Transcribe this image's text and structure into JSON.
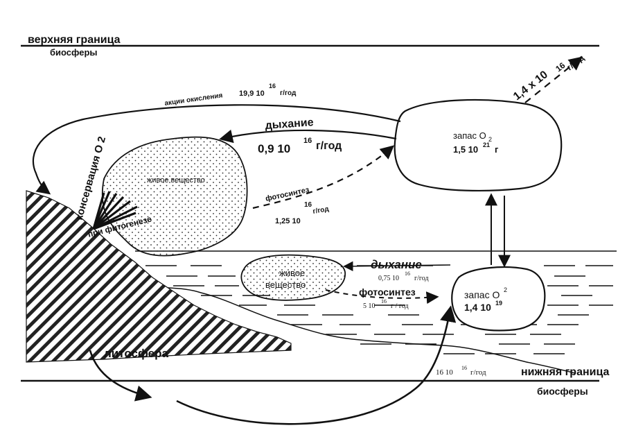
{
  "labels": {
    "upper_boundary_1": "верхняя  граница",
    "upper_boundary_2": "биосферы",
    "lower_boundary_1": "нижняя  граница",
    "lower_boundary_2": "биосферы",
    "lithosphere": "литосфера",
    "oxidation_prefix": "акции окисления",
    "oxidation_value": "19,9  10",
    "oxidation_exp": "16",
    "oxidation_unit": "г/год",
    "respiration_land": "дыхание",
    "respiration_land_value": "0,9 10",
    "respiration_land_exp": "16",
    "respiration_land_unit": "г/год",
    "photosynthesis_land": "фотосинтез",
    "photosynthesis_land_value": "1,25  10",
    "photosynthesis_land_exp": "16",
    "photosynthesis_land_unit": "г/год",
    "escape_value": "1,4 х 10",
    "escape_exp": "16",
    "escape_unit": "г/год",
    "o2_reserve_air_title": "запас О",
    "o2_reserve_air_sub": "2",
    "o2_reserve_air_value": "1,5  10",
    "o2_reserve_air_exp": "21",
    "o2_reserve_air_unit": "г",
    "living_matter_land": "живое вещество",
    "conservation_o2": "консервация  О 2",
    "phytogenesis": "при  фитогенезе",
    "living_matter_sea_1": "живое",
    "living_matter_sea_2": "вещество",
    "respiration_sea": "дыхание",
    "respiration_sea_value": "0,75 10",
    "respiration_sea_exp": "16",
    "respiration_sea_unit": "г/год",
    "photosynthesis_sea": "фотосинтез",
    "photosynthesis_sea_value": "5  10",
    "photosynthesis_sea_exp": "16",
    "photosynthesis_sea_unit": "г / год",
    "o2_reserve_sea_title": "запас О",
    "o2_reserve_sea_sup": "2",
    "o2_reserve_sea_value": "1,4  10",
    "o2_reserve_sea_exp": "19",
    "deep_flow_value": "16  10",
    "deep_flow_exp": "16",
    "deep_flow_unit": "г/год"
  }
}
